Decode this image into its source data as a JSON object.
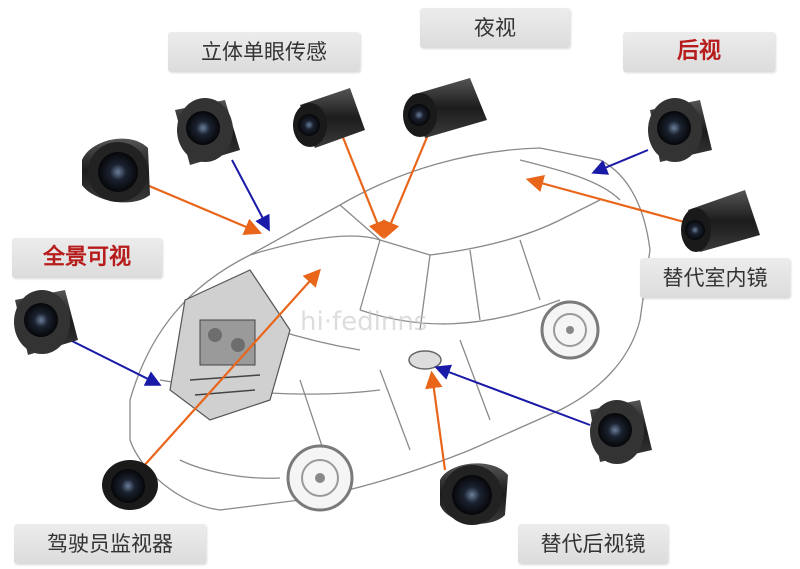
{
  "labels": {
    "stereo": "立体单眼传感",
    "night": "夜视",
    "rear": "后视",
    "surround": "全景可视",
    "interior_mirror": "替代室内镜",
    "driver_monitor": "驾驶员监视器",
    "side_mirror": "替代后视镜"
  },
  "watermark": "hi·fedinns",
  "colors": {
    "orange_arrow": "#e8651a",
    "blue_arrow": "#1a1aa8",
    "highlight_text": "#b71c1c"
  }
}
